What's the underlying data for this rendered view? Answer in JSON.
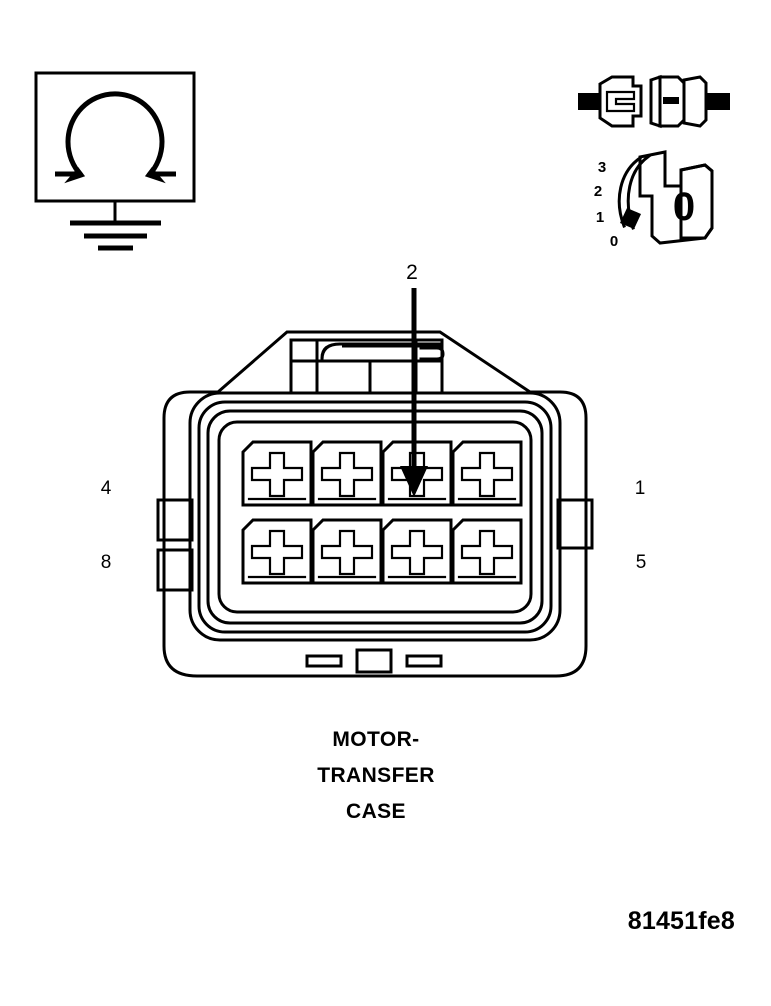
{
  "figure": {
    "id_label": "81451fe8",
    "caption_lines": [
      "MOTOR-",
      "TRANSFER",
      "CASE"
    ],
    "type": "automotive-connector-test-diagram"
  },
  "meter": {
    "name": "ohmmeter",
    "symbol": "Ω",
    "ground_symbol": "chassis-ground"
  },
  "test_lead": {
    "name": "test-lead-probe-connector"
  },
  "dial": {
    "name": "rotary-range-selector",
    "scale_labels": [
      "3",
      "2",
      "1",
      "0"
    ],
    "face_label": "0",
    "pointer_position": "0"
  },
  "connector": {
    "name": "motor-transfer-case-connector",
    "cavity_count": 8,
    "rows": 2,
    "columns": 4,
    "pin_labels": {
      "top_left": "4",
      "bottom_left": "8",
      "top_right": "1",
      "bottom_right": "5"
    },
    "cavities": [
      {
        "row": "top",
        "index": 0
      },
      {
        "row": "top",
        "index": 1
      },
      {
        "row": "top",
        "index": 2
      },
      {
        "row": "top",
        "index": 3
      },
      {
        "row": "bottom",
        "index": 0
      },
      {
        "row": "bottom",
        "index": 1
      },
      {
        "row": "bottom",
        "index": 2
      },
      {
        "row": "bottom",
        "index": 3
      }
    ]
  },
  "callout": {
    "label": "2",
    "target": "cavity-2-top-row-third",
    "arrow_direction": "down"
  },
  "colors": {
    "line": "#000000",
    "background": "#ffffff"
  }
}
